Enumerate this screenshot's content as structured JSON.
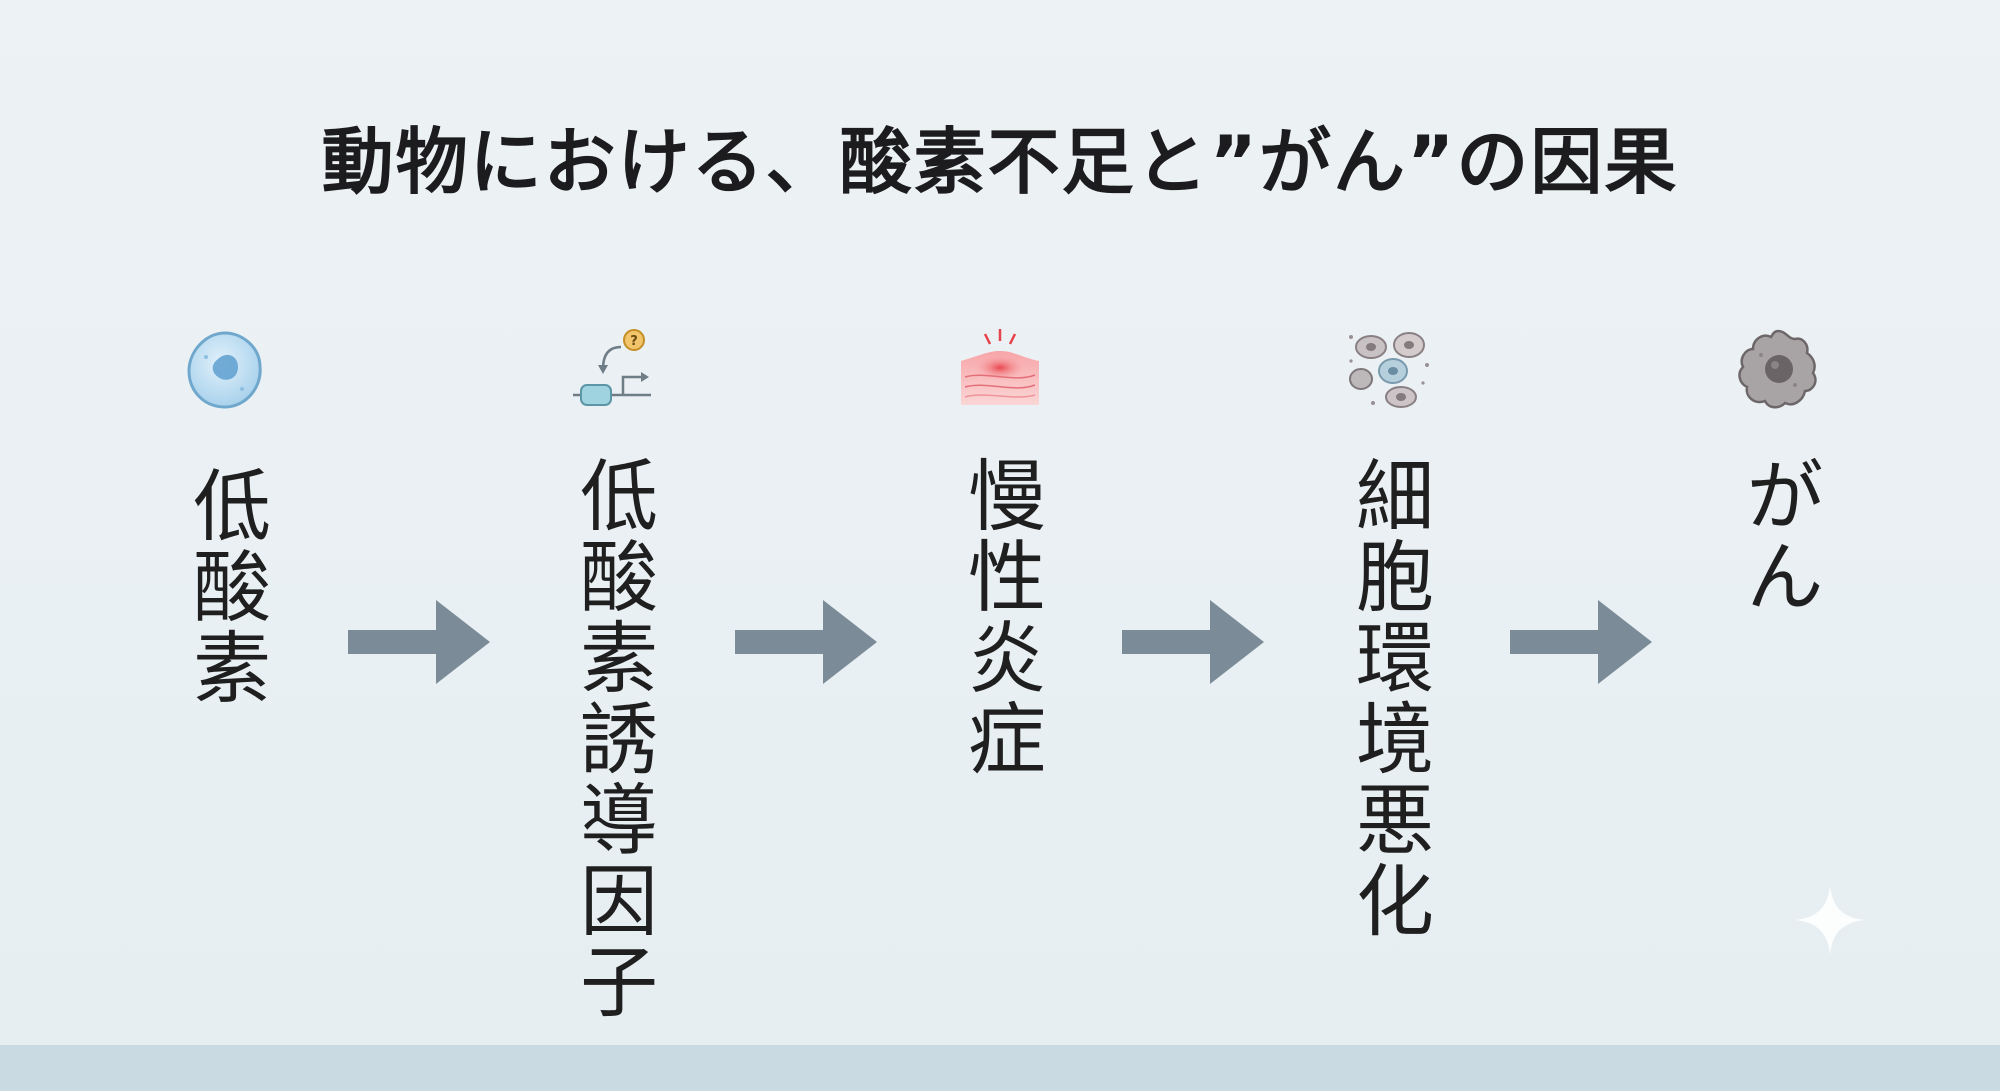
{
  "title": "動物における、酸素不足と”がん”の因果",
  "steps": [
    {
      "label": "低酸素",
      "icon": "cell-icon"
    },
    {
      "label": "低酸素誘導因子",
      "icon": "gene-regulation-icon"
    },
    {
      "label": "慢性炎症",
      "icon": "inflamed-tissue-icon"
    },
    {
      "label": "細胞環境悪化",
      "icon": "damaged-cells-icon"
    },
    {
      "label": "がん",
      "icon": "cancer-cell-icon"
    }
  ],
  "colors": {
    "background": "#eaf0f3",
    "arrow": "#7b8c98",
    "footer_band": "#c9dae2",
    "title": "#1c1c1e"
  }
}
